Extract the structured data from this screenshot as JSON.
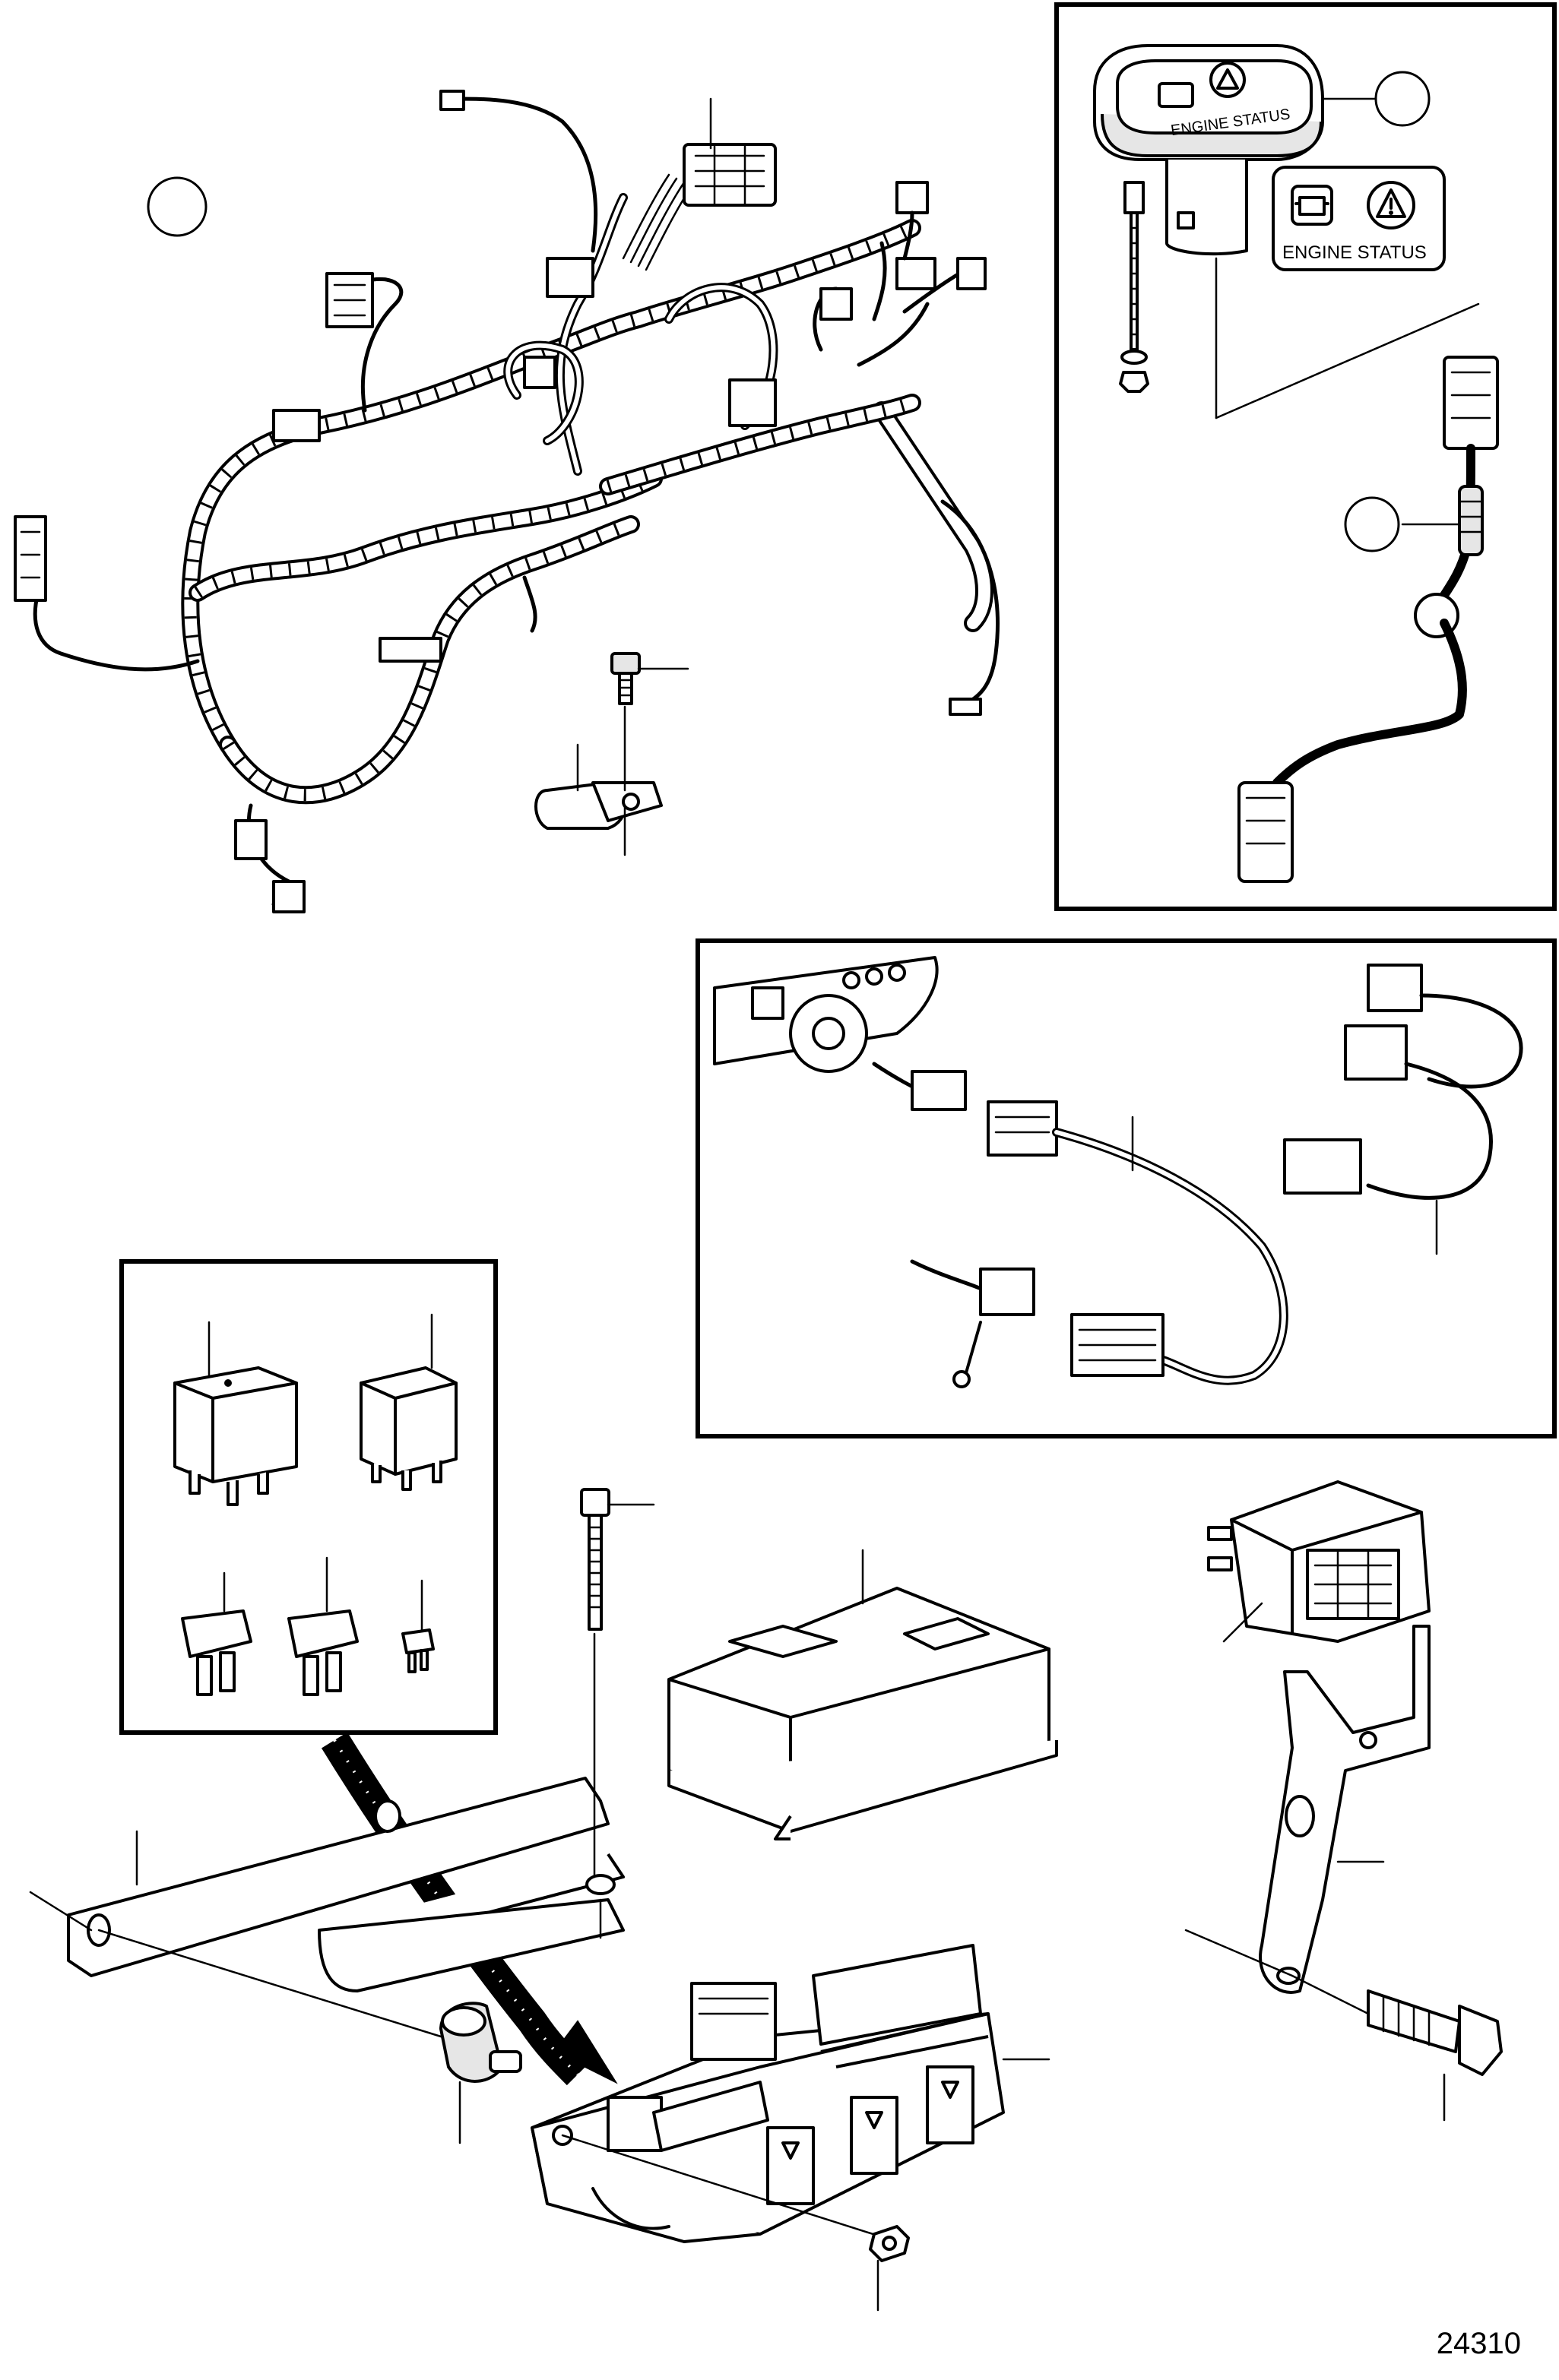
{
  "diagram_number": "24310",
  "panel_text": {
    "engine_status_label": "ENGINE STATUS",
    "engine_status_cap_text": "ENGINE STATUS"
  },
  "colors": {
    "ink": "#000000",
    "background": "#ffffff"
  },
  "icons": [
    "engine-check-icon",
    "warning-triangle-icon"
  ]
}
